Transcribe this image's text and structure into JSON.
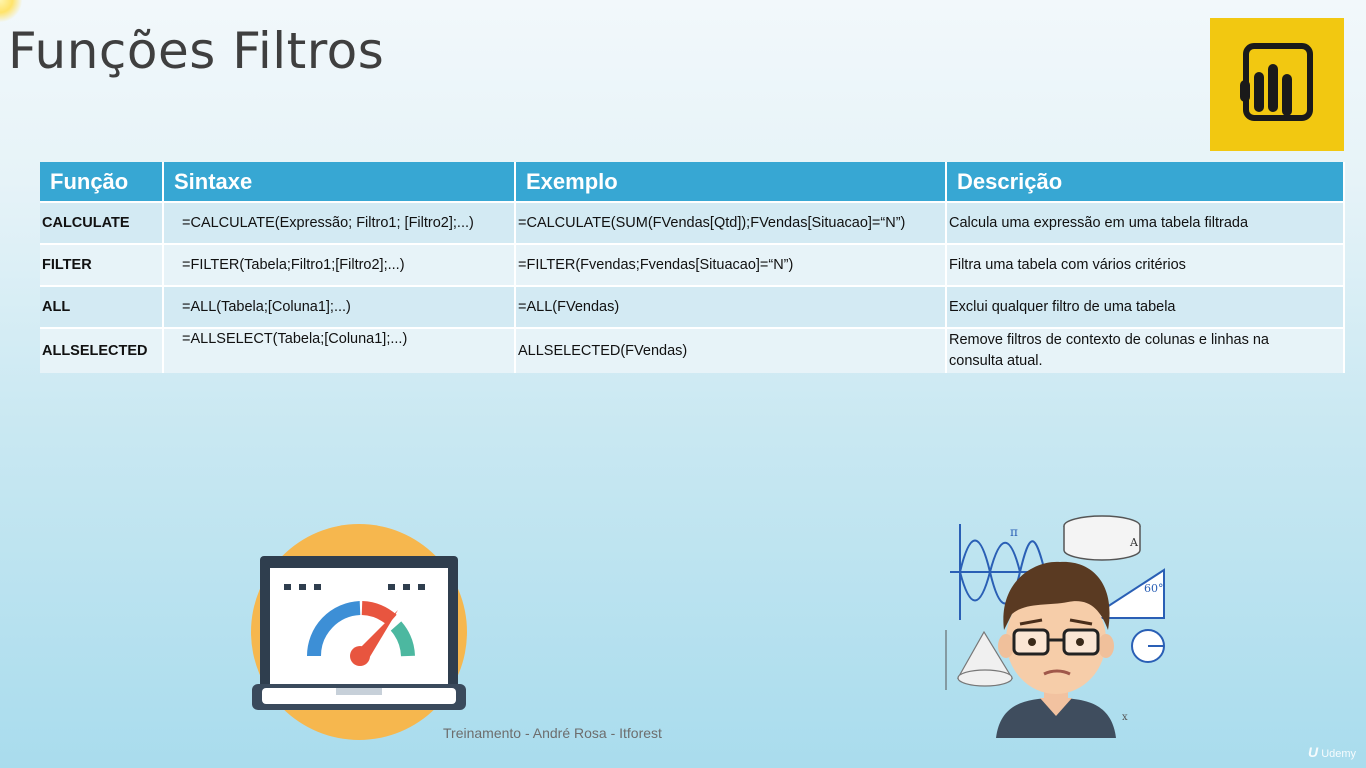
{
  "slide": {
    "title": "Funções Filtros",
    "footer": "Treinamento - André Rosa - Itforest",
    "watermark": "Udemy",
    "watermark_mark": "U",
    "accent_color": "#37a7d3",
    "logo_color": "#f2c811",
    "logo_icon": "power-bi-icon"
  },
  "table": {
    "headers": [
      "Função",
      "Sintaxe",
      "Exemplo",
      "Descrição"
    ],
    "rows": [
      {
        "funcao": "CALCULATE",
        "sintaxe": "=CALCULATE(Expressão; Filtro1; [Filtro2];...)",
        "exemplo": "=CALCULATE(SUM(FVendas[Qtd]);FVendas[Situacao]=“N”)",
        "descricao": "Calcula uma expressão em uma tabela filtrada"
      },
      {
        "funcao": "FILTER",
        "sintaxe": "=FILTER(Tabela;Filtro1;[Filtro2];...)",
        "exemplo": "=FILTER(Fvendas;Fvendas[Situacao]=“N”)",
        "descricao": "Filtra uma tabela com vários critérios"
      },
      {
        "funcao": "ALL",
        "sintaxe": "=ALL(Tabela;[Coluna1];...)",
        "exemplo": "=ALL(FVendas)",
        "descricao": "Exclui qualquer filtro de uma tabela"
      },
      {
        "funcao": "ALLSELECTED",
        "sintaxe": "=ALLSELECT(Tabela;[Coluna1];...)",
        "exemplo": "ALLSELECTED(FVendas)",
        "descricao_line1": "Remove filtros de contexto de colunas e linhas na",
        "descricao_line2": "consulta atual."
      }
    ]
  },
  "illustrations": {
    "left": "laptop-dashboard-gauge-icon",
    "right": "cartoon-avatar-with-math-symbols",
    "right_symbols": [
      "π",
      "A",
      "60°",
      "x"
    ]
  }
}
